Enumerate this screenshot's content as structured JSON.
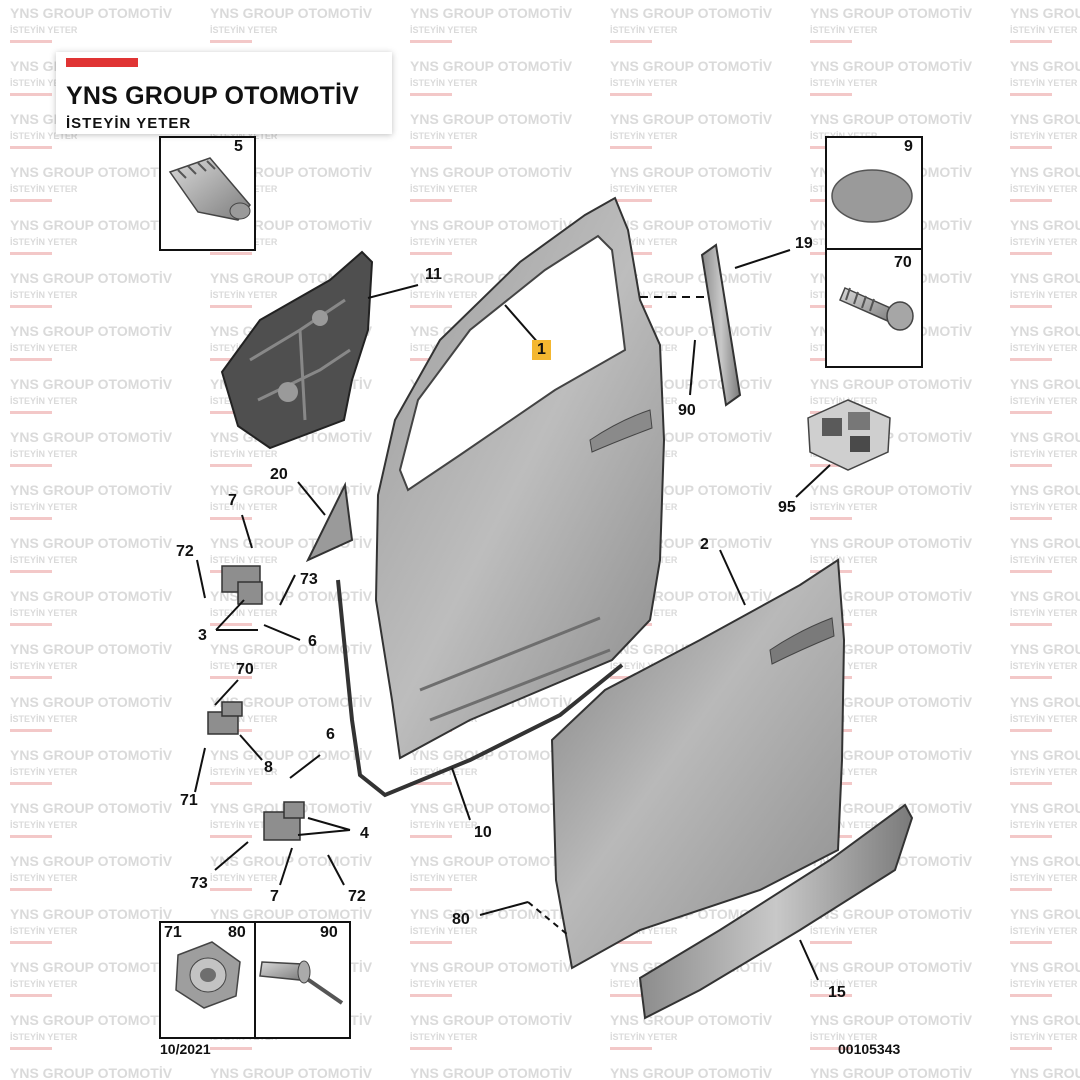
{
  "brand": {
    "name": "YNS GROUP OTOMOTİV",
    "tagline": "İSTEYİN YETER",
    "accent_color": "#e03434"
  },
  "watermark": {
    "line1": "YNS GROUP OTOMOTİV",
    "line2": "İSTEYİN YETER"
  },
  "footer": {
    "date": "10/2021",
    "diagram_code": "00105343"
  },
  "callouts": {
    "c1": "1",
    "c2": "2",
    "c3": "3",
    "c4": "4",
    "c5": "5",
    "c6a": "6",
    "c6b": "6",
    "c7a": "7",
    "c7b": "7",
    "c8": "8",
    "c9": "9",
    "c10": "10",
    "c11": "11",
    "c15": "15",
    "c19": "19",
    "c20": "20",
    "c70a": "70",
    "c70b": "70",
    "c71a": "71",
    "c71b": "71",
    "c72a": "72",
    "c72b": "72",
    "c73a": "73",
    "c73b": "73",
    "c80a": "80",
    "c80b": "80",
    "c90a": "90",
    "c90b": "90",
    "c95": "95"
  },
  "highlight_color": "#f4b730",
  "icons": [
    "stud-icon",
    "patch-icon",
    "bolt-icon",
    "nut-icon",
    "rivet-icon",
    "clip-icon"
  ]
}
